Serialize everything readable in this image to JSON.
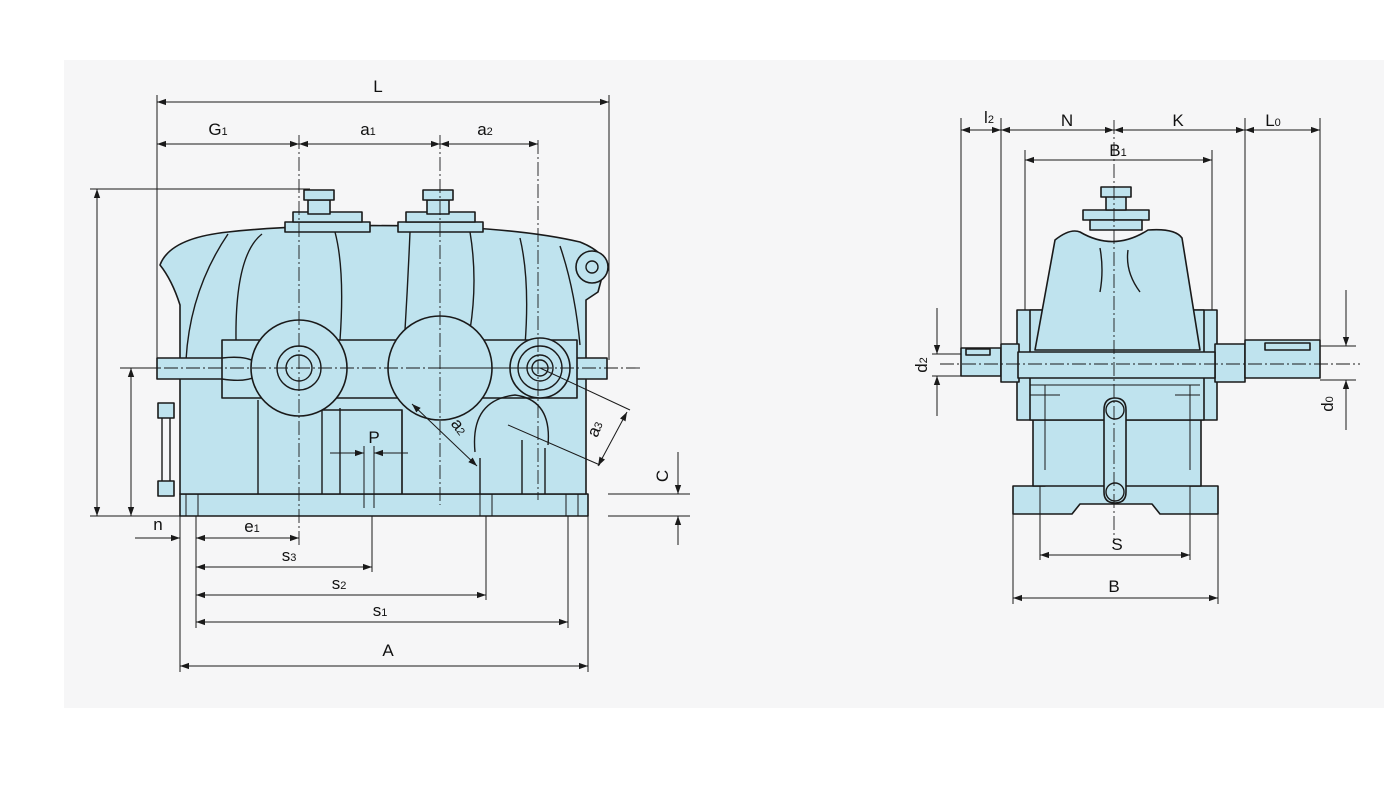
{
  "front_view": {
    "dimensions": {
      "L": "L",
      "G1": "G",
      "a1": "a",
      "a2": "a",
      "n": "n",
      "e1": "e",
      "s3": "s",
      "s2": "s",
      "s1": "s",
      "A": "A",
      "P": "P",
      "C": "C",
      "a2_diag": "a",
      "a3": "a"
    },
    "subscripts": {
      "G1": "1",
      "a1": "1",
      "a2": "2",
      "e1": "1",
      "s3": "3",
      "s2": "2",
      "s1": "1",
      "a2_diag": "2",
      "a3": "3"
    }
  },
  "side_view": {
    "dimensions": {
      "l2": "l",
      "N": "N",
      "K": "K",
      "L0": "L",
      "B1": "B",
      "d2": "d",
      "d0": "d",
      "S": "S",
      "B": "B"
    },
    "subscripts": {
      "l2": "2",
      "L0": "0",
      "B1": "1",
      "d2": "2",
      "d0": "0"
    }
  }
}
